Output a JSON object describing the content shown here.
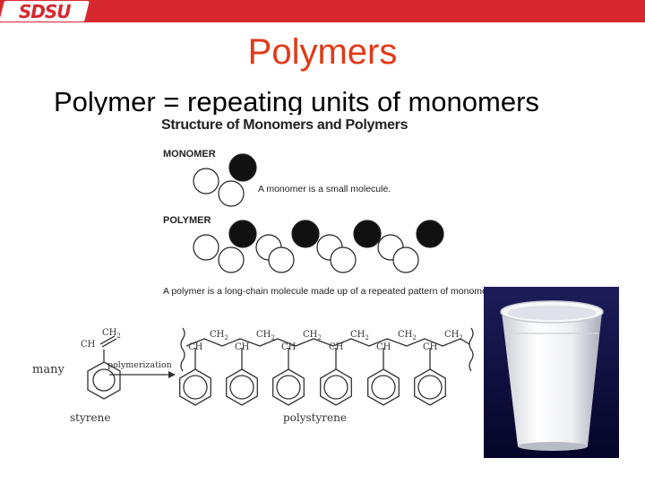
{
  "header": {
    "logo_text": "SDSU",
    "brand_color": "#d8282f"
  },
  "slide": {
    "title": "Polymers",
    "subtitle": "Polymer = repeating units of monomers",
    "title_color": "#e03a18"
  },
  "figure": {
    "heading": "Structure of Monomers and Polymers",
    "monomer_label": "MONOMER",
    "monomer_caption": "A monomer is a small molecule.",
    "polymer_label": "POLYMER",
    "polymer_caption": "A polymer is a long-chain molecule made up of a repeated pattern of monomers.",
    "reaction": {
      "many": "many",
      "arrow_label": "polymerization",
      "styrene_label": "styrene",
      "polystyrene_label": "polystyrene",
      "ch2": "CH",
      "ch2_sub": "2",
      "ch": "CH"
    }
  },
  "photo": {
    "subject": "styrofoam-cup",
    "background_color": "#0d0d4e"
  }
}
